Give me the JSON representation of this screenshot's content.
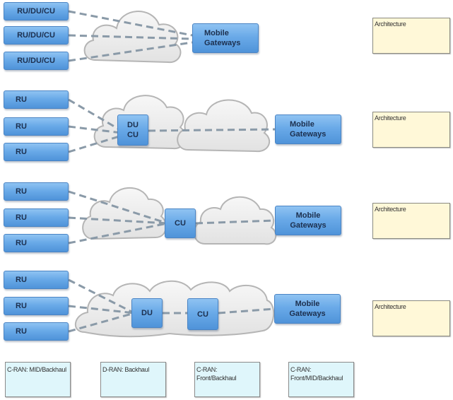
{
  "diagram": {
    "rows": [
      {
        "sources": [
          "RU/DU/CU",
          "RU/DU/CU",
          "RU/DU/CU"
        ],
        "middle_nodes": [],
        "gateway": "Mobile\nGateways",
        "architecture_placeholder": "Architecture"
      },
      {
        "sources": [
          "RU",
          "RU",
          "RU"
        ],
        "middle_nodes": [
          "DU\nCU"
        ],
        "gateway": "Mobile\nGateways",
        "architecture_placeholder": "Architecture"
      },
      {
        "sources": [
          "RU",
          "RU",
          "RU"
        ],
        "middle_nodes": [
          "CU"
        ],
        "gateway": "Mobile\nGateways",
        "architecture_placeholder": "Architecture"
      },
      {
        "sources": [
          "RU",
          "RU",
          "RU"
        ],
        "middle_nodes": [
          "DU",
          "CU"
        ],
        "gateway": "Mobile\nGateways",
        "architecture_placeholder": "Architecture"
      }
    ],
    "answer_options": [
      "C-RAN: MID/Backhaul",
      "D-RAN: Backhaul",
      "C-RAN: Front/Backhaul",
      "C-RAN:\nFront/MID/Backhaul"
    ],
    "colors": {
      "node_blue": "#6aaae8",
      "cloud_fill": "#eeeeee",
      "link_dash": "#8a9aa8",
      "architecture_fill": "#fff8d8",
      "option_fill": "#dff6fb"
    }
  }
}
